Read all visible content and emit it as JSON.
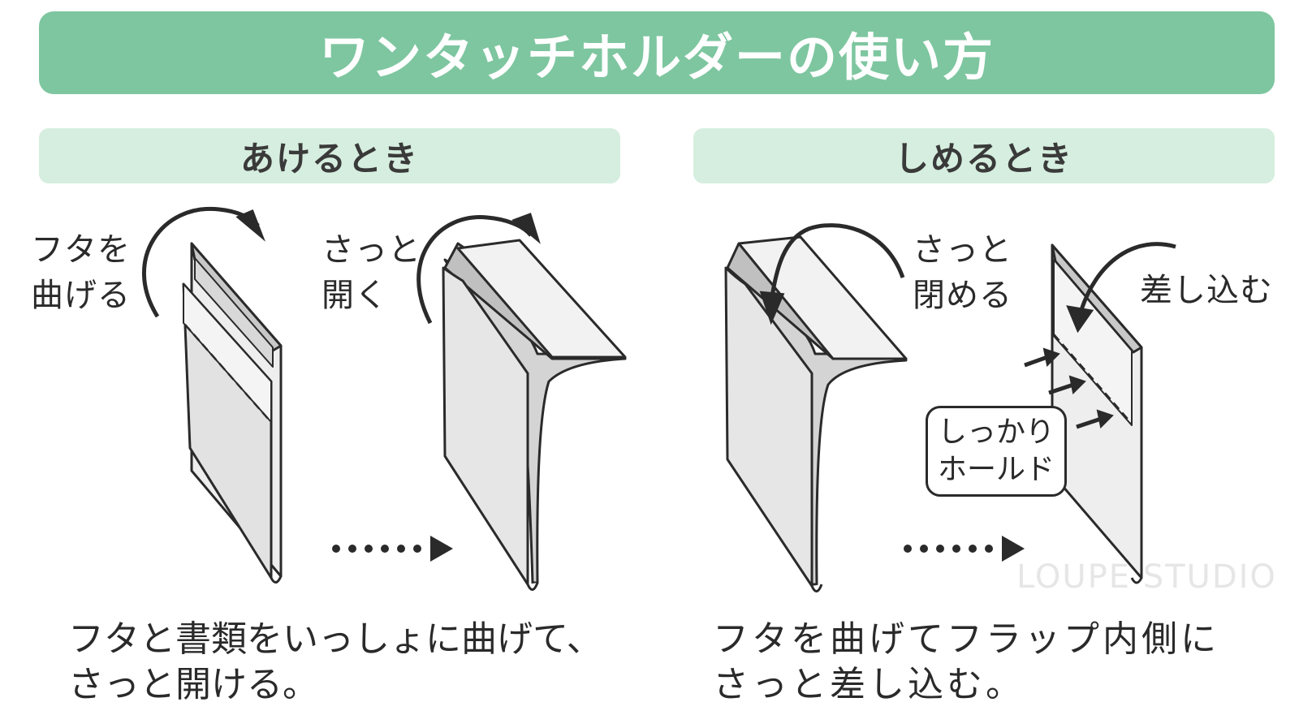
{
  "title": "ワンタッチホルダーの使い方",
  "sections": {
    "open": {
      "heading": "あけるとき",
      "step1_label": [
        "フタを",
        "曲げる"
      ],
      "step2_label": [
        "さっと",
        "開く"
      ],
      "caption": [
        "フタと書類をいっしょに曲げて、",
        "さっと開ける。"
      ]
    },
    "close": {
      "heading": "しめるとき",
      "step1_label": [
        "さっと",
        "閉める"
      ],
      "step2_label": "差し込む",
      "bubble": [
        "しっかり",
        "ホールド"
      ],
      "caption": [
        "フタを曲げてフラップ内側に",
        "さっと差し込む。"
      ]
    }
  },
  "watermark": "LOUPE STUDIO",
  "colors": {
    "title_bg": "#7ec6a0",
    "section_bg": "#d6eedf",
    "line": "#2a2a2a",
    "folder_fill": "#e6e6e6",
    "folder_shade": "#c8c8c8"
  }
}
